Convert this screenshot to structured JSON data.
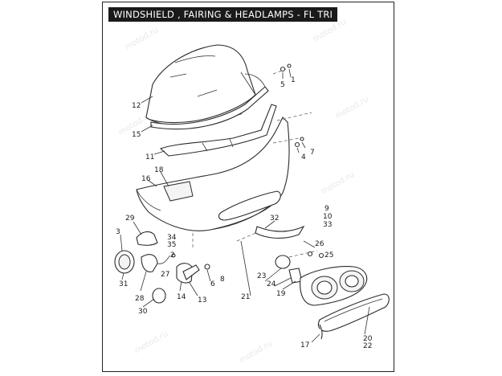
{
  "title": "WINDSHIELD , FAIRING & HEADLAMPS - FL TRI",
  "watermark": "motod.ru",
  "colors": {
    "title_bg": "#1a1a1a",
    "title_fg": "#ffffff",
    "line": "#2b2b2b",
    "watermark": "#e8e8e8"
  },
  "parts": {
    "windshield": "12",
    "windshield_trim": "15",
    "inner_trim": "11",
    "fairing": "16",
    "fairing_label": "18",
    "screw_1": "1",
    "screw_5": "5",
    "nut_4": "4",
    "screw_7": "7",
    "bulb_holder_9": "9",
    "part_10": "10",
    "part_33": "33",
    "trim_32": "32",
    "turn_signal_29": "29",
    "screw_3": "3",
    "lens_31": "31",
    "housing_28": "28",
    "cap_30": "30",
    "part_34": "34",
    "part_35": "35",
    "screw_2": "2",
    "bracket_27": "27",
    "bracket_14": "14",
    "bracket_13": "13",
    "washer_6": "6",
    "screw_8": "8",
    "headlamp_assy_21": "21",
    "bulb_23": "23",
    "socket_24": "24",
    "clip_19": "19",
    "screw_26": "26",
    "screw_25": "25",
    "gasket_17": "17",
    "trim_ring_20": "20",
    "trim_ring_22": "22"
  }
}
